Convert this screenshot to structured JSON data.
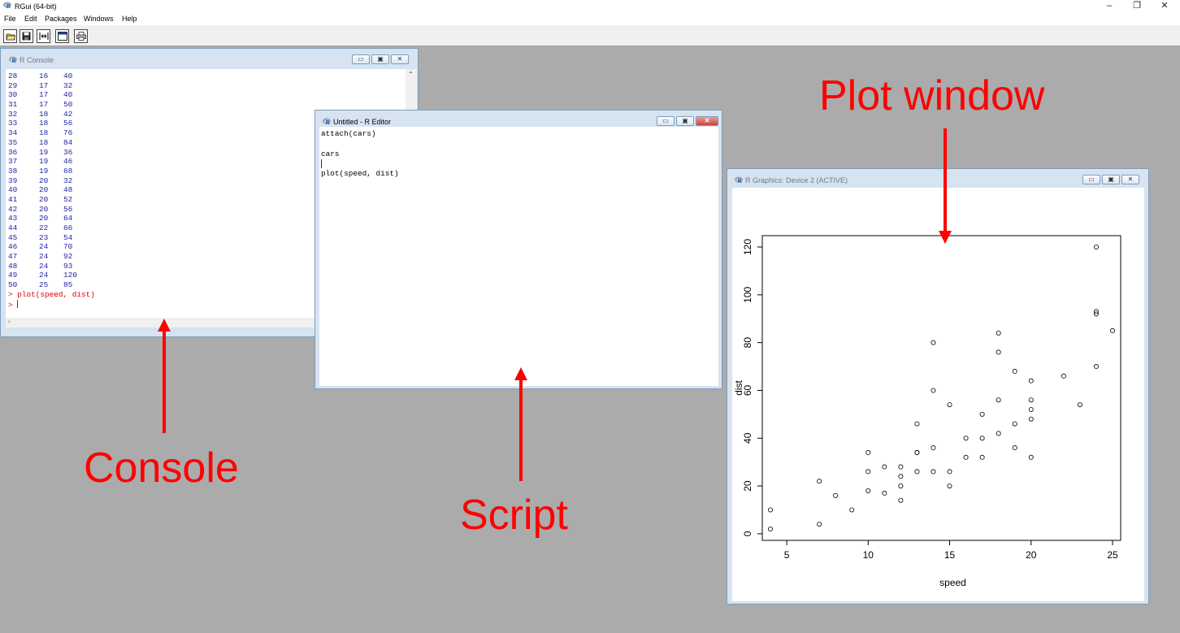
{
  "app": {
    "title": "RGui (64-bit)",
    "controls": [
      "–",
      "❐",
      "✕"
    ]
  },
  "menu": [
    "File",
    "Edit",
    "Packages",
    "Windows",
    "Help"
  ],
  "toolbar": [
    "open-icon",
    "save-icon",
    "load-icon",
    "console-icon",
    "print-icon"
  ],
  "console": {
    "title": "R Console",
    "rows": [
      [
        "28",
        "16",
        "40"
      ],
      [
        "29",
        "17",
        "32"
      ],
      [
        "30",
        "17",
        "40"
      ],
      [
        "31",
        "17",
        "50"
      ],
      [
        "32",
        "18",
        "42"
      ],
      [
        "33",
        "18",
        "56"
      ],
      [
        "34",
        "18",
        "76"
      ],
      [
        "35",
        "18",
        "84"
      ],
      [
        "36",
        "19",
        "36"
      ],
      [
        "37",
        "19",
        "46"
      ],
      [
        "38",
        "19",
        "68"
      ],
      [
        "39",
        "20",
        "32"
      ],
      [
        "40",
        "20",
        "48"
      ],
      [
        "41",
        "20",
        "52"
      ],
      [
        "42",
        "20",
        "56"
      ],
      [
        "43",
        "20",
        "64"
      ],
      [
        "44",
        "22",
        "66"
      ],
      [
        "45",
        "23",
        "54"
      ],
      [
        "46",
        "24",
        "70"
      ],
      [
        "47",
        "24",
        "92"
      ],
      [
        "48",
        "24",
        "93"
      ],
      [
        "49",
        "24",
        "120"
      ],
      [
        "50",
        "25",
        "85"
      ]
    ],
    "command": "> plot(speed, dist)",
    "prompt": "> "
  },
  "editor": {
    "title": "Untitled - R Editor",
    "lines": [
      "attach(cars)",
      "",
      "cars",
      "",
      "plot(speed, dist)"
    ]
  },
  "graphics": {
    "title": "R Graphics: Device 2 (ACTIVE)"
  },
  "annotations": {
    "console": "Console",
    "script": "Script",
    "plot": "Plot window"
  },
  "colors": {
    "annotation": "#ff0000",
    "console_output": "#1f1f9f",
    "console_command": "#e00000"
  },
  "chart_data": {
    "type": "scatter",
    "xlabel": "speed",
    "ylabel": "dist",
    "xlim": [
      4,
      25
    ],
    "ylim": [
      2,
      120
    ],
    "xticks": [
      5,
      10,
      15,
      20,
      25
    ],
    "yticks": [
      0,
      20,
      40,
      60,
      80,
      100,
      120
    ],
    "marker": "open-circle",
    "points": [
      [
        4,
        2
      ],
      [
        4,
        10
      ],
      [
        7,
        4
      ],
      [
        7,
        22
      ],
      [
        8,
        16
      ],
      [
        9,
        10
      ],
      [
        10,
        18
      ],
      [
        10,
        26
      ],
      [
        10,
        34
      ],
      [
        11,
        17
      ],
      [
        11,
        28
      ],
      [
        12,
        14
      ],
      [
        12,
        20
      ],
      [
        12,
        24
      ],
      [
        12,
        28
      ],
      [
        13,
        26
      ],
      [
        13,
        34
      ],
      [
        13,
        34
      ],
      [
        13,
        46
      ],
      [
        14,
        26
      ],
      [
        14,
        36
      ],
      [
        14,
        60
      ],
      [
        14,
        80
      ],
      [
        15,
        20
      ],
      [
        15,
        26
      ],
      [
        15,
        54
      ],
      [
        16,
        32
      ],
      [
        16,
        40
      ],
      [
        17,
        32
      ],
      [
        17,
        40
      ],
      [
        17,
        50
      ],
      [
        18,
        42
      ],
      [
        18,
        56
      ],
      [
        18,
        76
      ],
      [
        18,
        84
      ],
      [
        19,
        36
      ],
      [
        19,
        46
      ],
      [
        19,
        68
      ],
      [
        20,
        32
      ],
      [
        20,
        48
      ],
      [
        20,
        52
      ],
      [
        20,
        56
      ],
      [
        20,
        64
      ],
      [
        22,
        66
      ],
      [
        23,
        54
      ],
      [
        24,
        70
      ],
      [
        24,
        92
      ],
      [
        24,
        93
      ],
      [
        24,
        120
      ],
      [
        25,
        85
      ]
    ]
  }
}
